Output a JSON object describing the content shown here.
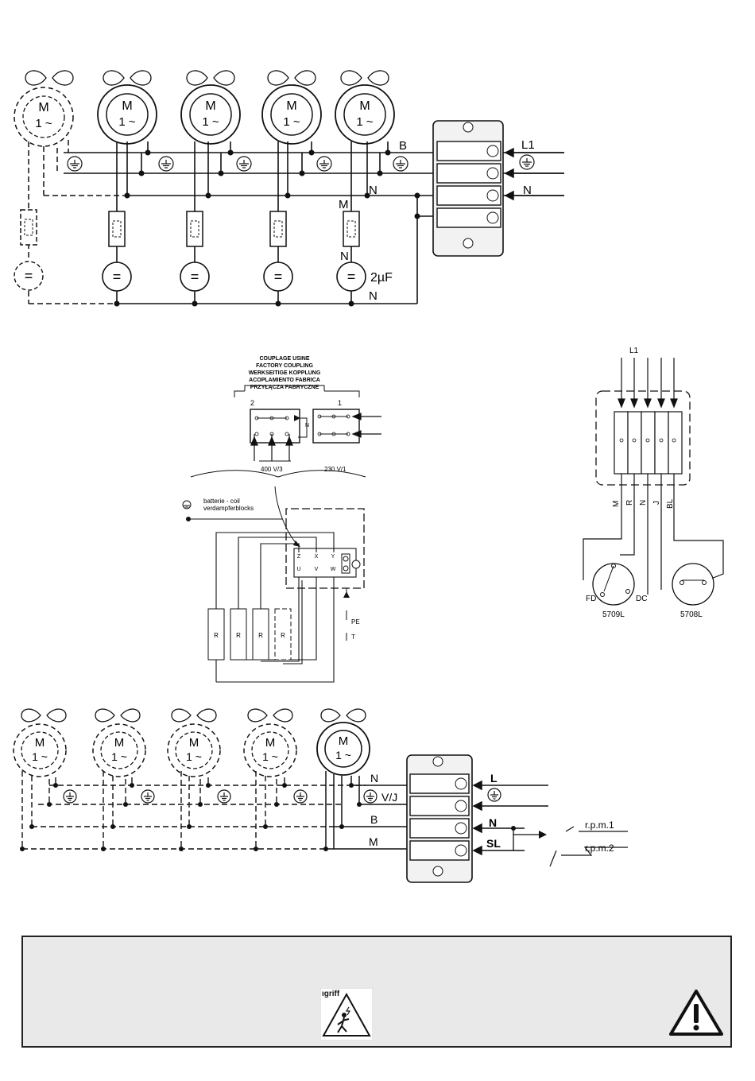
{
  "diagram1": {
    "motor_symbol": "M",
    "phase_symbol": "1 ~",
    "cap_symbol": "=",
    "label_B": "B",
    "label_L1": "L1",
    "label_N1": "N",
    "label_N2": "N",
    "label_M": "M",
    "label_N3": "N",
    "label_2uF": "2µF",
    "label_N4": "N"
  },
  "diagram2": {
    "coupling_labels": [
      "COUPLAGE USINE",
      "FACTORY COUPLING",
      "WERKSEITIGE KOPPLUNG",
      "ACOPLAMIENTO FABRICA",
      "PRZYŁĄCZA FABRYCZNE"
    ],
    "block2_label": "2",
    "block1_label": "1",
    "n_label": "N",
    "voltage_3ph": "400 V/3",
    "voltage_1ph": "230 V/1",
    "coil_label_1": "batterie - coil",
    "coil_label_2": "verdampferblocks",
    "terminal_top": [
      "Z",
      "X",
      "Y"
    ],
    "terminal_bottom": [
      "U",
      "V",
      "W"
    ],
    "resistor_label": "R",
    "pe_label": "PE",
    "t_label": "T"
  },
  "diagram3": {
    "l1_label": "L1",
    "wire_labels": [
      "M",
      "R",
      "N",
      "J",
      "BL"
    ],
    "fd_label": "FD",
    "dc_label": "DC",
    "switch1_label": "5709L",
    "switch2_label": "5708L"
  },
  "diagram4": {
    "motor_symbol": "M",
    "phase_symbol": "1 ~",
    "label_N": "N",
    "label_VJ": "V/J",
    "label_B": "B",
    "label_M": "M",
    "term_L": "L",
    "term_N": "N",
    "term_SL": "SL",
    "rpm1": "r.p.m.1",
    "rpm2": "r.p.m.2"
  },
  "warning": {
    "shock_text": "ıgriff",
    "bg_color": "#e9e9e9"
  }
}
